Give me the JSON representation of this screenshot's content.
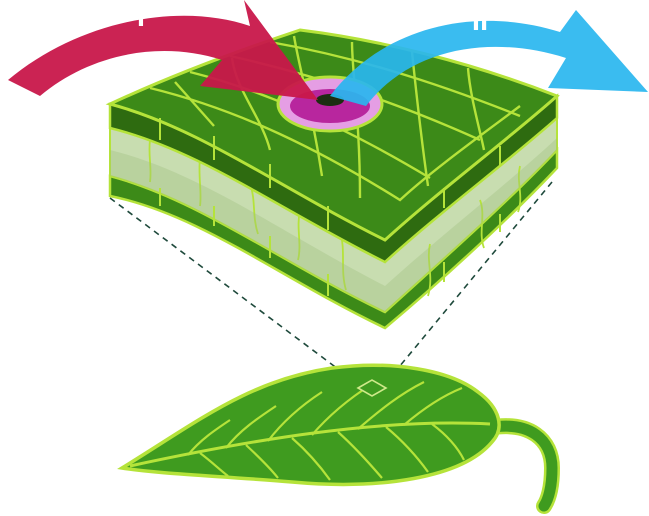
{
  "figure": {
    "arrow_in": {
      "label": "I",
      "color": "#c8174a",
      "meaning": "inflow-arrow"
    },
    "arrow_out": {
      "label": "II",
      "color": "#29b6ef",
      "meaning": "outflow-arrow"
    },
    "colors": {
      "epidermis": "#3c8a18",
      "epidermis_dark": "#2e6b10",
      "cell_line": "#b5e33a",
      "mesophyll": "#c8ddb0",
      "leaf": "#3f9b1f",
      "stoma_outer": "#e59ee4",
      "stoma_inner": "#b8269e",
      "guide_line": "#1f4a3c"
    },
    "icons": [
      "leaf-icon",
      "leaf-cross-section",
      "stoma-icon"
    ]
  }
}
